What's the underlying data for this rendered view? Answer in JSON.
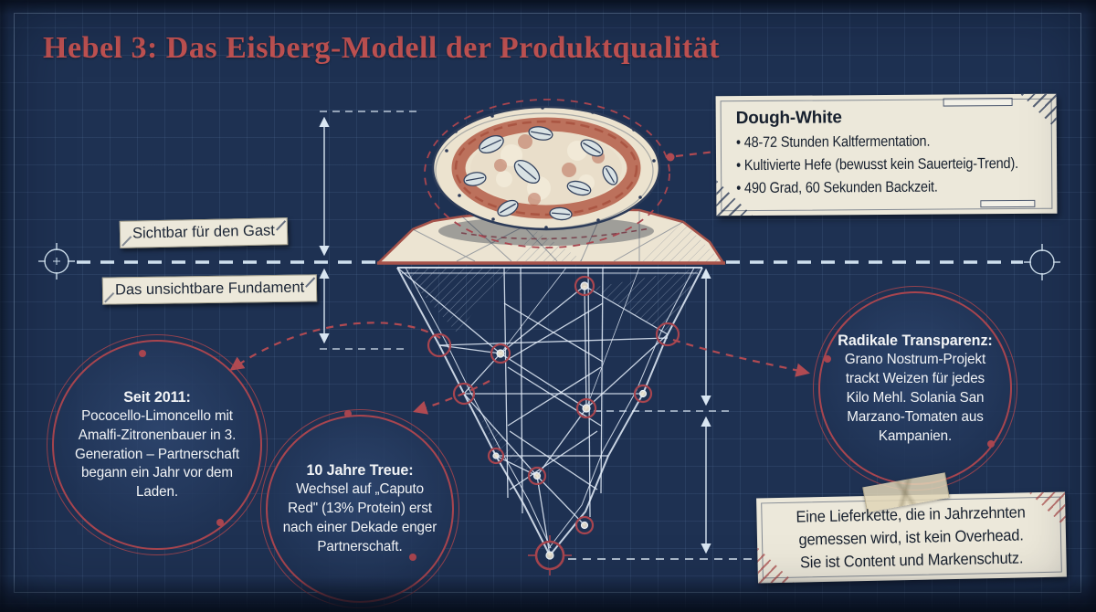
{
  "title": "Hebel 3: Das Eisberg-Modell der Produktqualität",
  "waterline_labels": {
    "above": "Sichtbar für den Gast",
    "below": "Das unsichtbare Fundament"
  },
  "dough_card": {
    "title": "Dough-White",
    "bullets": [
      "• 48-72 Stunden Kaltfermentation.",
      "• Kultivierte Hefe (bewusst kein Sauerteig-Trend).",
      "• 490 Grad, 60 Sekunden Backzeit."
    ]
  },
  "circles": [
    {
      "heading": "Seit 2011:",
      "text": "Pococello-Limoncello mit Amalfi-Zitronenbauer in 3. Generation – Partnerschaft begann ein Jahr vor dem Laden."
    },
    {
      "heading": "10 Jahre Treue:",
      "text": "Wechsel auf „Caputo Red\" (13% Protein) erst nach einer Dekade enger Partnerschaft."
    },
    {
      "heading": "Radikale Transparenz:",
      "text": "Grano Nostrum-Projekt trackt Weizen für jedes Kilo Mehl. Solania San Marzano-Tomaten aus Kampanien."
    }
  ],
  "note_card": {
    "lines": [
      "Eine Lieferkette, die in Jahrzehnten",
      "gemessen wird, ist kein Overhead.",
      "Sie ist Content und Markenschutz."
    ]
  },
  "icons": {
    "left_marker": "crosshair-icon",
    "right_marker": "crosshair-icon",
    "illustration": "pizza-iceberg-blueprint"
  },
  "colors": {
    "background": "#1e3152",
    "grid_line": "#3a5378",
    "title_red": "#c05252",
    "accent_red": "#a8454f",
    "card_cream": "#ece8da",
    "ink_navy": "#253550",
    "text_light": "#f2f4f6",
    "line_light": "#d9e6f2",
    "berg_cream": "#ece4d2",
    "berg_outline": "#a5524a"
  }
}
